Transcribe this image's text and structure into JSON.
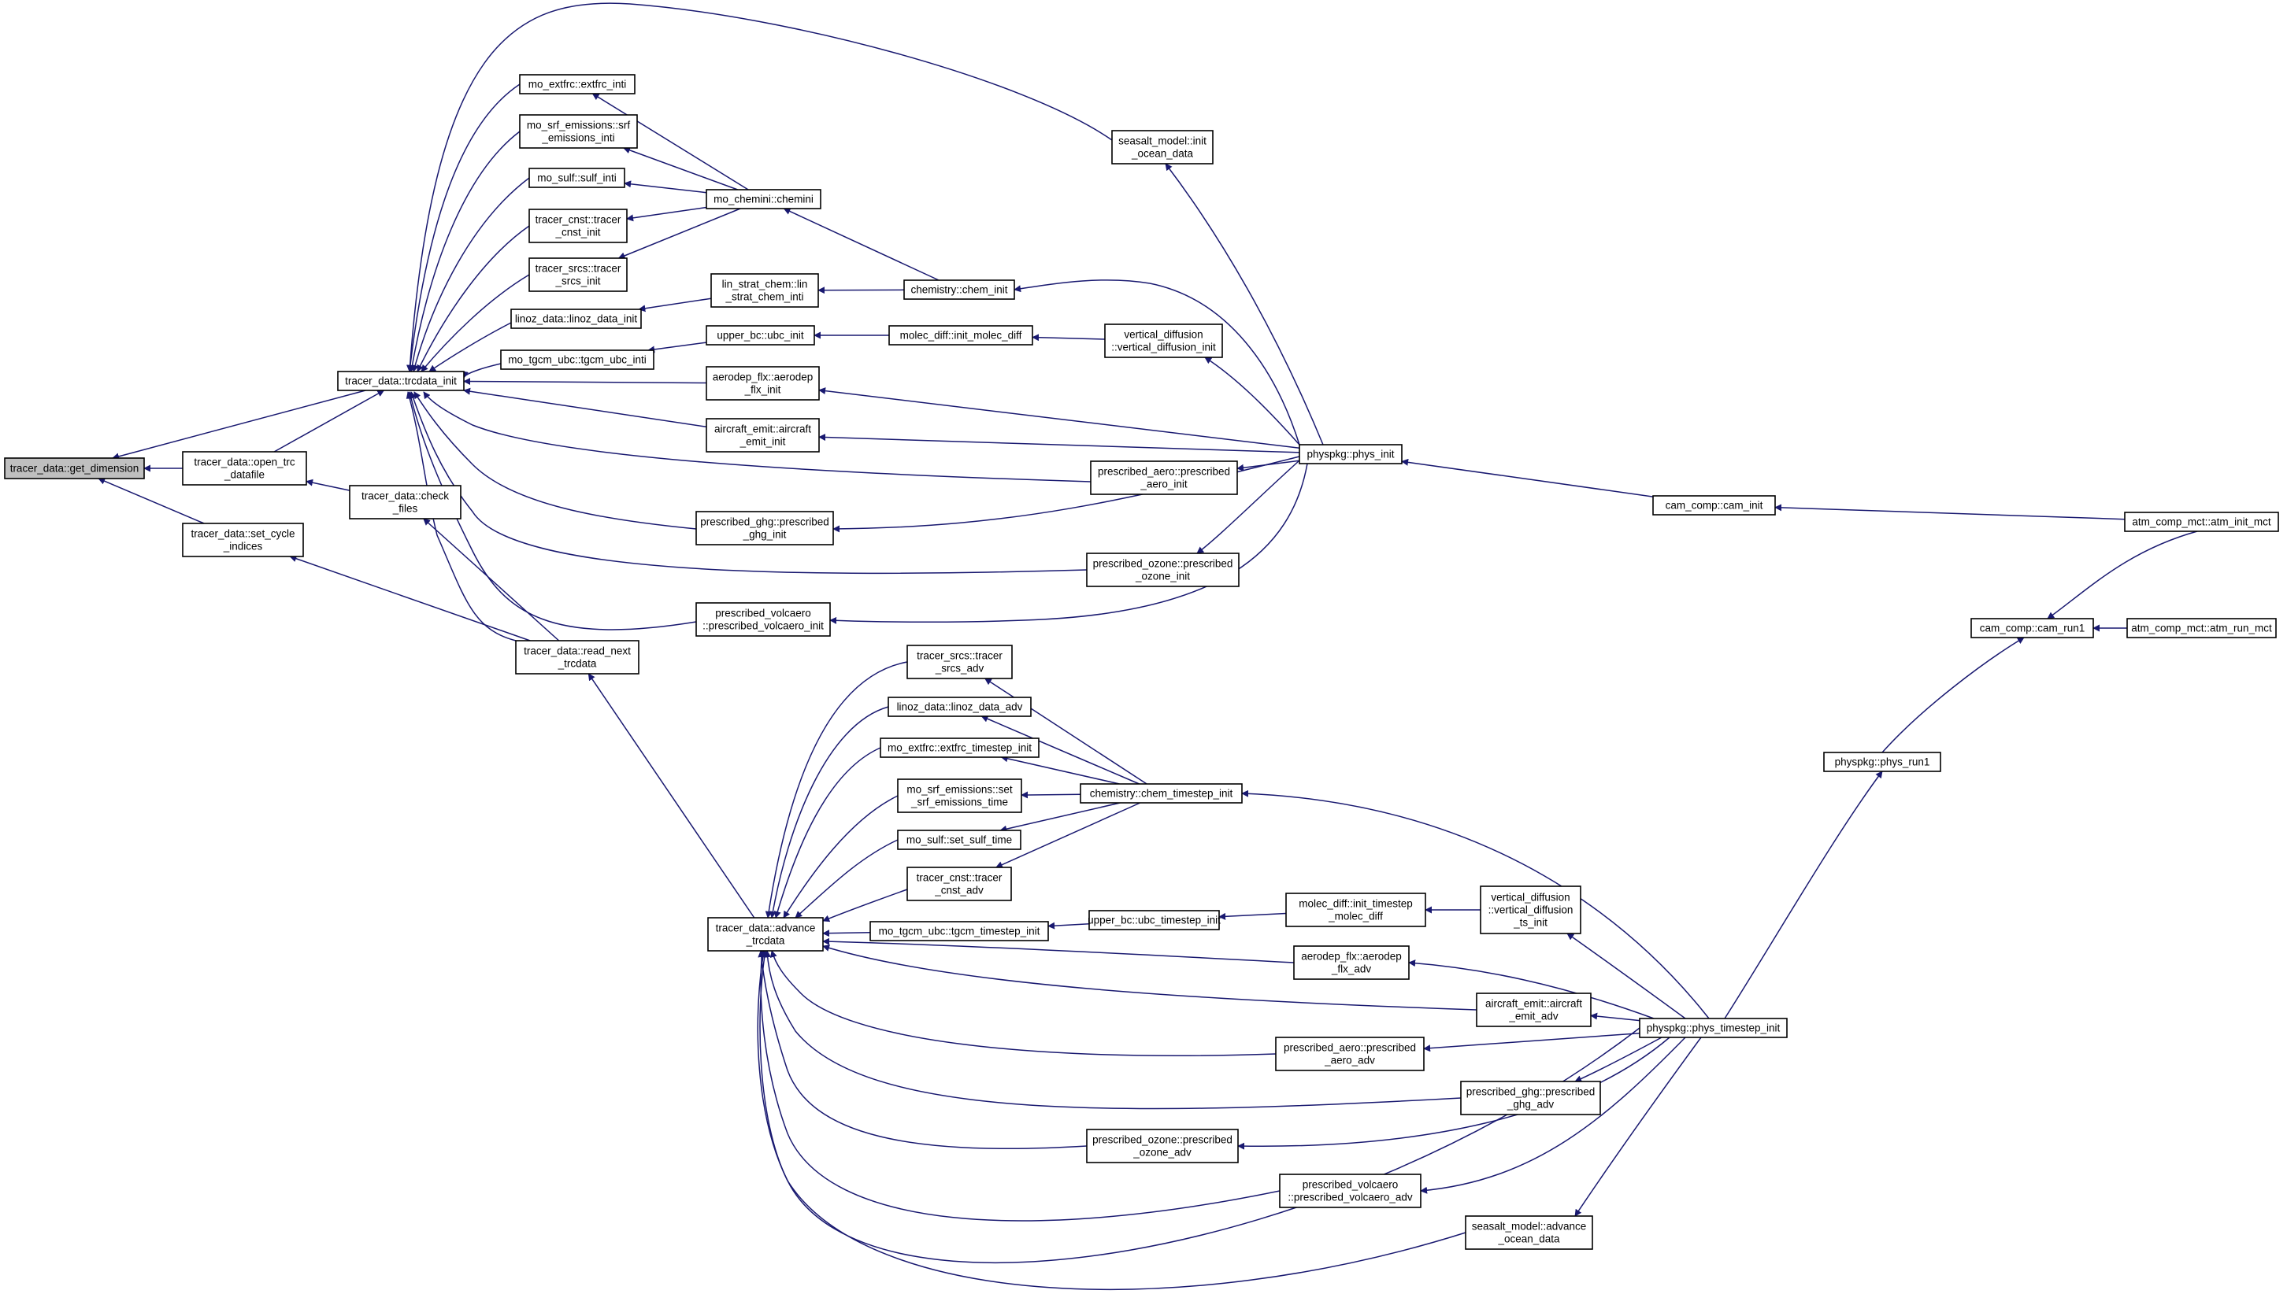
{
  "graph": {
    "title": "",
    "root": "n0",
    "colors": {
      "edge": "#191970",
      "node_border": "#000000",
      "root_fill": "#bfbfbf",
      "node_fill": "#ffffff"
    },
    "nodes": [
      {
        "id": "n0",
        "lines": [
          "tracer_data::get_dimension"
        ]
      },
      {
        "id": "n1",
        "lines": [
          "tracer_data::trcdata_init"
        ]
      },
      {
        "id": "n2",
        "lines": [
          "tracer_data::open_trc",
          "_datafile"
        ]
      },
      {
        "id": "n3",
        "lines": [
          "tracer_data::set_cycle",
          "_indices"
        ]
      },
      {
        "id": "n4",
        "lines": [
          "tracer_data::check",
          "_files"
        ]
      },
      {
        "id": "n5",
        "lines": [
          "tracer_data::read_next",
          "_trcdata"
        ]
      },
      {
        "id": "n6",
        "lines": [
          "tracer_data::advance",
          "_trcdata"
        ]
      },
      {
        "id": "n7",
        "lines": [
          "mo_extfrc::extfrc_inti"
        ]
      },
      {
        "id": "n8",
        "lines": [
          "mo_srf_emissions::srf",
          "_emissions_inti"
        ]
      },
      {
        "id": "n9",
        "lines": [
          "mo_sulf::sulf_inti"
        ]
      },
      {
        "id": "n10",
        "lines": [
          "tracer_cnst::tracer",
          "_cnst_init"
        ]
      },
      {
        "id": "n11",
        "lines": [
          "tracer_srcs::tracer",
          "_srcs_init"
        ]
      },
      {
        "id": "n12",
        "lines": [
          "linoz_data::linoz_data_init"
        ]
      },
      {
        "id": "n13",
        "lines": [
          "mo_tgcm_ubc::tgcm_ubc_inti"
        ]
      },
      {
        "id": "n14",
        "lines": [
          "mo_chemini::chemini"
        ]
      },
      {
        "id": "n15",
        "lines": [
          "lin_strat_chem::lin",
          "_strat_chem_inti"
        ]
      },
      {
        "id": "n16",
        "lines": [
          "upper_bc::ubc_init"
        ]
      },
      {
        "id": "n17",
        "lines": [
          "aerodep_flx::aerodep",
          "_flx_init"
        ]
      },
      {
        "id": "n18",
        "lines": [
          "aircraft_emit::aircraft",
          "_emit_init"
        ]
      },
      {
        "id": "n19",
        "lines": [
          "prescribed_ghg::prescribed",
          "_ghg_init"
        ]
      },
      {
        "id": "n20",
        "lines": [
          "prescribed_volcaero",
          "::prescribed_volcaero_init"
        ]
      },
      {
        "id": "n21",
        "lines": [
          "chemistry::chem_init"
        ]
      },
      {
        "id": "n22",
        "lines": [
          "molec_diff::init_molec_diff"
        ]
      },
      {
        "id": "n23",
        "lines": [
          "seasalt_model::init",
          "_ocean_data"
        ]
      },
      {
        "id": "n24",
        "lines": [
          "vertical_diffusion",
          "::vertical_diffusion_init"
        ]
      },
      {
        "id": "n25",
        "lines": [
          "prescribed_aero::prescribed",
          "_aero_init"
        ]
      },
      {
        "id": "n26",
        "lines": [
          "prescribed_ozone::prescribed",
          "_ozone_init"
        ]
      },
      {
        "id": "n27",
        "lines": [
          "physpkg::phys_init"
        ]
      },
      {
        "id": "n28",
        "lines": [
          "cam_comp::cam_init"
        ]
      },
      {
        "id": "n29",
        "lines": [
          "atm_comp_mct::atm_init_mct"
        ]
      },
      {
        "id": "n30",
        "lines": [
          "cam_comp::cam_run1"
        ]
      },
      {
        "id": "n31",
        "lines": [
          "atm_comp_mct::atm_run_mct"
        ]
      },
      {
        "id": "n32",
        "lines": [
          "physpkg::phys_run1"
        ]
      },
      {
        "id": "n33",
        "lines": [
          "tracer_srcs::tracer",
          "_srcs_adv"
        ]
      },
      {
        "id": "n34",
        "lines": [
          "linoz_data::linoz_data_adv"
        ]
      },
      {
        "id": "n35",
        "lines": [
          "mo_extfrc::extfrc_timestep_init"
        ]
      },
      {
        "id": "n36",
        "lines": [
          "mo_srf_emissions::set",
          "_srf_emissions_time"
        ]
      },
      {
        "id": "n37",
        "lines": [
          "mo_sulf::set_sulf_time"
        ]
      },
      {
        "id": "n38",
        "lines": [
          "tracer_cnst::tracer",
          "_cnst_adv"
        ]
      },
      {
        "id": "n39",
        "lines": [
          "mo_tgcm_ubc::tgcm_timestep_init"
        ]
      },
      {
        "id": "n40",
        "lines": [
          "chemistry::chem_timestep_init"
        ]
      },
      {
        "id": "n41",
        "lines": [
          "upper_bc::ubc_timestep_init"
        ]
      },
      {
        "id": "n42",
        "lines": [
          "molec_diff::init_timestep",
          "_molec_diff"
        ]
      },
      {
        "id": "n43",
        "lines": [
          "vertical_diffusion",
          "::vertical_diffusion",
          "_ts_init"
        ]
      },
      {
        "id": "n44",
        "lines": [
          "aerodep_flx::aerodep",
          "_flx_adv"
        ]
      },
      {
        "id": "n45",
        "lines": [
          "aircraft_emit::aircraft",
          "_emit_adv"
        ]
      },
      {
        "id": "n46",
        "lines": [
          "prescribed_aero::prescribed",
          "_aero_adv"
        ]
      },
      {
        "id": "n47",
        "lines": [
          "prescribed_ghg::prescribed",
          "_ghg_adv"
        ]
      },
      {
        "id": "n48",
        "lines": [
          "prescribed_ozone::prescribed",
          "_ozone_adv"
        ]
      },
      {
        "id": "n49",
        "lines": [
          "prescribed_volcaero",
          "::prescribed_volcaero_adv"
        ]
      },
      {
        "id": "n50",
        "lines": [
          "seasalt_model::advance",
          "_ocean_data"
        ]
      },
      {
        "id": "n51",
        "lines": [
          "physpkg::phys_timestep_init"
        ]
      }
    ],
    "edges": [
      [
        "n1",
        "n0"
      ],
      [
        "n2",
        "n0"
      ],
      [
        "n3",
        "n0"
      ],
      [
        "n2",
        "n1"
      ],
      [
        "n4",
        "n2"
      ],
      [
        "n5",
        "n4"
      ],
      [
        "n5",
        "n3"
      ],
      [
        "n6",
        "n5"
      ],
      [
        "n7",
        "n1"
      ],
      [
        "n8",
        "n1"
      ],
      [
        "n9",
        "n1"
      ],
      [
        "n10",
        "n1"
      ],
      [
        "n11",
        "n1"
      ],
      [
        "n12",
        "n1"
      ],
      [
        "n13",
        "n1"
      ],
      [
        "n17",
        "n1"
      ],
      [
        "n18",
        "n1"
      ],
      [
        "n19",
        "n1"
      ],
      [
        "n20",
        "n1"
      ],
      [
        "n23",
        "n1"
      ],
      [
        "n25",
        "n1"
      ],
      [
        "n26",
        "n1"
      ],
      [
        "n5",
        "n1"
      ],
      [
        "n14",
        "n7"
      ],
      [
        "n14",
        "n8"
      ],
      [
        "n14",
        "n9"
      ],
      [
        "n14",
        "n10"
      ],
      [
        "n14",
        "n11"
      ],
      [
        "n15",
        "n12"
      ],
      [
        "n16",
        "n13"
      ],
      [
        "n21",
        "n14"
      ],
      [
        "n21",
        "n15"
      ],
      [
        "n22",
        "n16"
      ],
      [
        "n24",
        "n22"
      ],
      [
        "n27",
        "n21"
      ],
      [
        "n27",
        "n24"
      ],
      [
        "n27",
        "n23"
      ],
      [
        "n27",
        "n17"
      ],
      [
        "n27",
        "n18"
      ],
      [
        "n27",
        "n25"
      ],
      [
        "n27",
        "n19"
      ],
      [
        "n27",
        "n26"
      ],
      [
        "n27",
        "n20"
      ],
      [
        "n28",
        "n27"
      ],
      [
        "n29",
        "n28"
      ],
      [
        "n32",
        "n30"
      ],
      [
        "n31",
        "n30"
      ],
      [
        "n29",
        "n30"
      ],
      [
        "n51",
        "n32"
      ],
      [
        "n33",
        "n6"
      ],
      [
        "n34",
        "n6"
      ],
      [
        "n35",
        "n6"
      ],
      [
        "n36",
        "n6"
      ],
      [
        "n37",
        "n6"
      ],
      [
        "n38",
        "n6"
      ],
      [
        "n39",
        "n6"
      ],
      [
        "n44",
        "n6"
      ],
      [
        "n45",
        "n6"
      ],
      [
        "n46",
        "n6"
      ],
      [
        "n47",
        "n6"
      ],
      [
        "n48",
        "n6"
      ],
      [
        "n49",
        "n6"
      ],
      [
        "n50",
        "n6"
      ],
      [
        "n51",
        "n6"
      ],
      [
        "n40",
        "n33"
      ],
      [
        "n40",
        "n34"
      ],
      [
        "n40",
        "n35"
      ],
      [
        "n40",
        "n36"
      ],
      [
        "n40",
        "n37"
      ],
      [
        "n40",
        "n38"
      ],
      [
        "n41",
        "n39"
      ],
      [
        "n42",
        "n41"
      ],
      [
        "n43",
        "n42"
      ],
      [
        "n51",
        "n40"
      ],
      [
        "n51",
        "n43"
      ],
      [
        "n51",
        "n44"
      ],
      [
        "n51",
        "n45"
      ],
      [
        "n51",
        "n46"
      ],
      [
        "n51",
        "n47"
      ],
      [
        "n51",
        "n48"
      ],
      [
        "n51",
        "n49"
      ],
      [
        "n51",
        "n50"
      ]
    ]
  }
}
